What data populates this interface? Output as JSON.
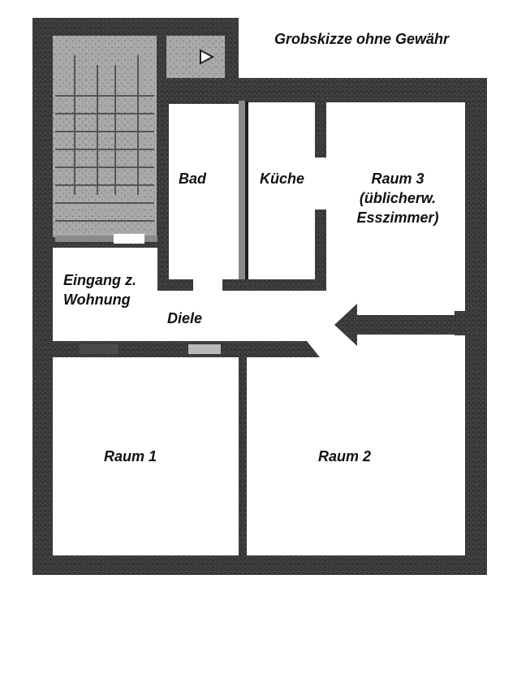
{
  "caption": "Grobskizze ohne Gewähr",
  "rooms": {
    "bad": "Bad",
    "kueche": "Küche",
    "raum3_line1": "Raum 3",
    "raum3_line2": "(üblicherw.",
    "raum3_line3": "Esszimmer)",
    "eingang_line1": "Eingang z.",
    "eingang_line2": "Wohnung",
    "diele": "Diele",
    "raum1": "Raum 1",
    "raum2": "Raum 2"
  },
  "colors": {
    "wall": "#3a3a3a",
    "wall_dark": "#1f1f1f",
    "stair_fill": "#9a9a9a",
    "room_fill": "#ffffff",
    "door_gray": "#8a8a8a"
  }
}
